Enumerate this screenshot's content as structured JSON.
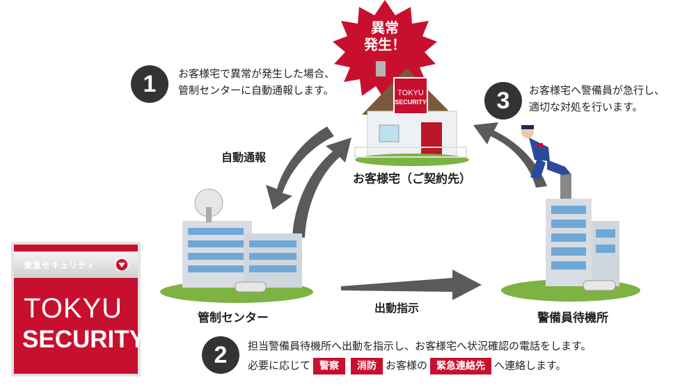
{
  "burst": {
    "line1": "異常",
    "line2": "発生！"
  },
  "steps": {
    "s1": {
      "num": "1",
      "line1": "お客様宅で異常が発生した場合、",
      "line2": "管制センターに自動通報します。"
    },
    "s2": {
      "num": "2",
      "line1": "担当警備員待機所へ出動を指示し、お客様宅へ状況確認の電話をします。",
      "line2_prefix": "必要に応じて",
      "badges": [
        "警察",
        "消防"
      ],
      "line2_mid": "お客様の",
      "badge3": "緊急連絡先",
      "line2_suffix": "へ連絡します。"
    },
    "s3": {
      "num": "3",
      "line1": "お客様宅へ警備員が急行し、",
      "line2": "適切な対処を行います。"
    }
  },
  "places": {
    "home": "お客様宅（ご契約先）",
    "control": "管制センター",
    "station": "警備員待機所"
  },
  "arrows": {
    "auto_report": "自動通報",
    "dispatch": "出動指示"
  },
  "house_sign": {
    "line1": "TOKYU",
    "line2": "SECURITY"
  },
  "logo": {
    "jp": "東急セキュリティ",
    "line1": "TOKYU",
    "line2": "SECURITY"
  },
  "colors": {
    "brand_red": "#c8102e",
    "dark": "#333333",
    "arrow": "#555555"
  }
}
